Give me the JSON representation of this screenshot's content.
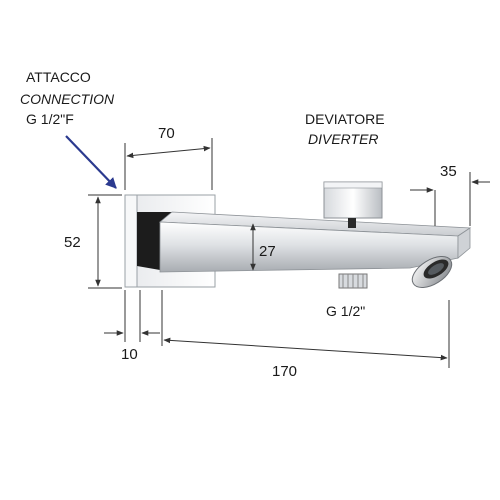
{
  "connection": {
    "line1": "ATTACCO",
    "line2": "CONNECTION",
    "line3": "G 1/2\"F"
  },
  "diverter": {
    "line1": "DEVIATORE",
    "line2": "DIVERTER"
  },
  "thread_label": "G 1/2\"",
  "dimensions": {
    "plate_depth": "70",
    "height": "52",
    "spout_height": "27",
    "outlet": "35",
    "plate_thickness": "10",
    "length": "170"
  },
  "colors": {
    "arrow": "#2b3a8f",
    "dimension_line": "#333333",
    "chrome_dark": "#1c1c1c",
    "chrome_light": "#eef0f2"
  }
}
